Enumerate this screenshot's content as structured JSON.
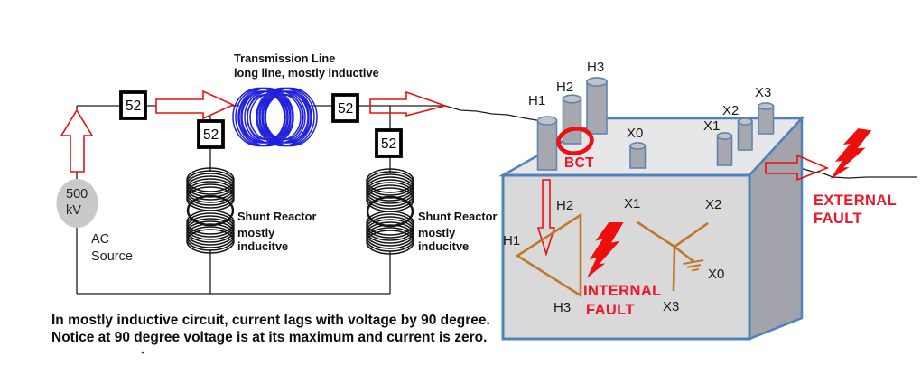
{
  "diagram": {
    "source": {
      "voltage": "500",
      "unit": "kV",
      "name_line1": "AC",
      "name_line2": "Source"
    },
    "breaker_label": "52",
    "transmission_line": {
      "line1": "Transmission Line",
      "line2": "long line, mostly inductive"
    },
    "shunt_reactor": {
      "line1": "Shunt Reactor",
      "line2": "mostly",
      "line3": "inducitve"
    },
    "transformer": {
      "bct_label": "BCT",
      "h_bushings": [
        "H1",
        "H2",
        "H3"
      ],
      "x_bushings": [
        "X0",
        "X1",
        "X2",
        "X3"
      ]
    },
    "internal_fault": {
      "line1": "INTERNAL",
      "line2": "FAULT"
    },
    "external_fault": {
      "line1": "EXTERNAL",
      "line2": "FAULT"
    },
    "caption": {
      "line1": "In mostly inductive circuit, current lags with voltage by 90 degree.",
      "line2": "Notice at 90 degree voltage is at its maximum and current is zero."
    },
    "colors": {
      "coil_blue": "#2121dd",
      "winding_orange": "#c1762b",
      "shape_red": "#ee0f0f",
      "text_red": "#ee1527",
      "box_outline_blue": "#4f81bd",
      "box_front_gray": "#d9d9d9",
      "box_top_gray": "#e7e7e9",
      "box_side_gray": "#a3a3ab"
    }
  }
}
